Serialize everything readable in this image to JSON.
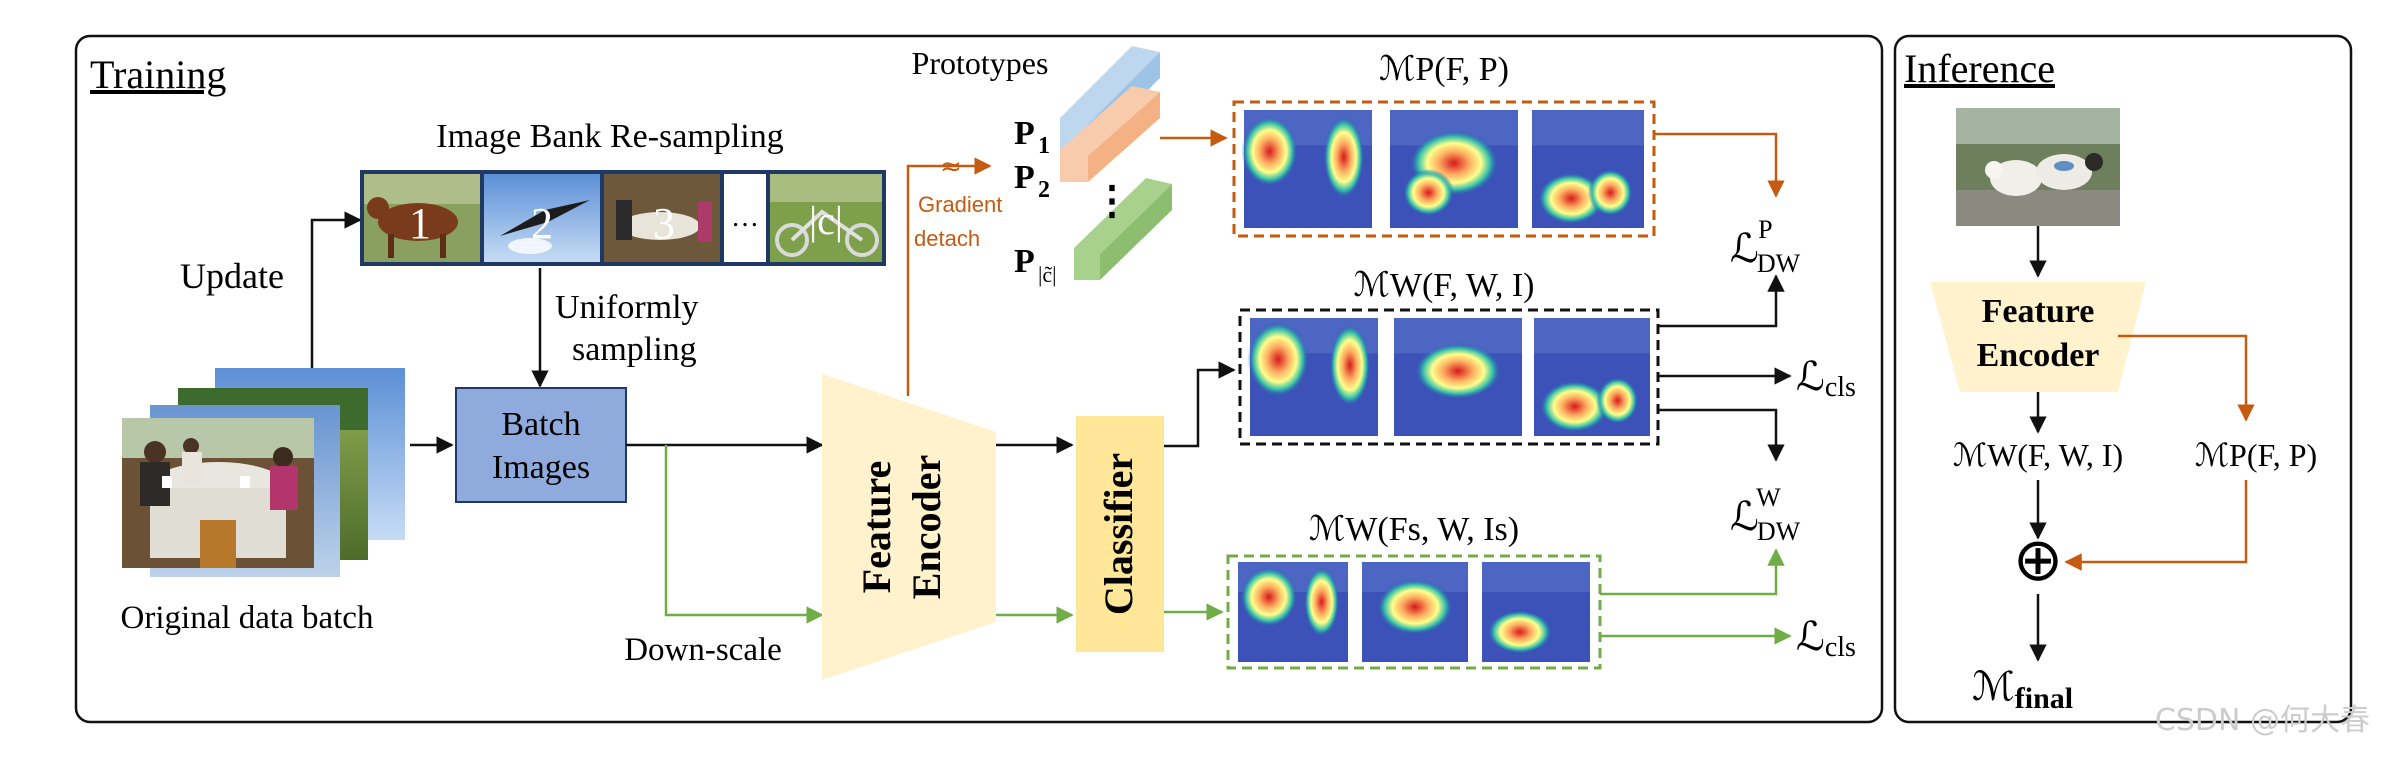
{
  "training": {
    "title": "Training",
    "image_bank_title": "Image Bank Re-sampling",
    "bank_labels": [
      "1",
      "2",
      "3",
      "|c|"
    ],
    "bank_ellipsis": "…",
    "update_label": "Update",
    "uniform_line1": "Uniformly",
    "uniform_line2": "sampling",
    "original_label": "Original data batch",
    "batch_line1": "Batch",
    "batch_line2": "Images",
    "downscale_label": "Down-scale",
    "encoder_line1": "Feature",
    "encoder_line2": "Encoder",
    "classifier_label": "Classifier",
    "prototypes_label": "Prototypes",
    "proto_names": [
      "P",
      "P",
      "P"
    ],
    "proto_subs": [
      "1",
      "2",
      "|c̃|"
    ],
    "proto_vdots": "⋮",
    "gradient_line1": "Gradient",
    "gradient_line2": "detach",
    "map_p_label": "ℳP(F, P)",
    "map_w_label": "ℳW(F, W, I)",
    "map_ws_label": "ℳW(Fs, W, Is)",
    "loss_dw_p": "ℒDW P",
    "loss_cls_1": "ℒcls",
    "loss_dw_w": "ℒDW W",
    "loss_cls_2": "ℒcls"
  },
  "inference": {
    "title": "Inference",
    "encoder_line1": "Feature",
    "encoder_line2": "Encoder",
    "map_w_label": "ℳW(F, W, I)",
    "map_p_label": "ℳP(F, P)",
    "oplus": "⊕",
    "final_label": "ℳfinal"
  },
  "watermark": "CSDN @何大春",
  "colors": {
    "orange": "#c55a11",
    "green": "#70ad47",
    "batch_fill": "#8faadc",
    "encoder_fill": "#fff2cc",
    "classifier_fill": "#ffe699",
    "proto_blue": "#bdd7ee",
    "proto_pink": "#f8cbad",
    "proto_green": "#a9d18e"
  }
}
